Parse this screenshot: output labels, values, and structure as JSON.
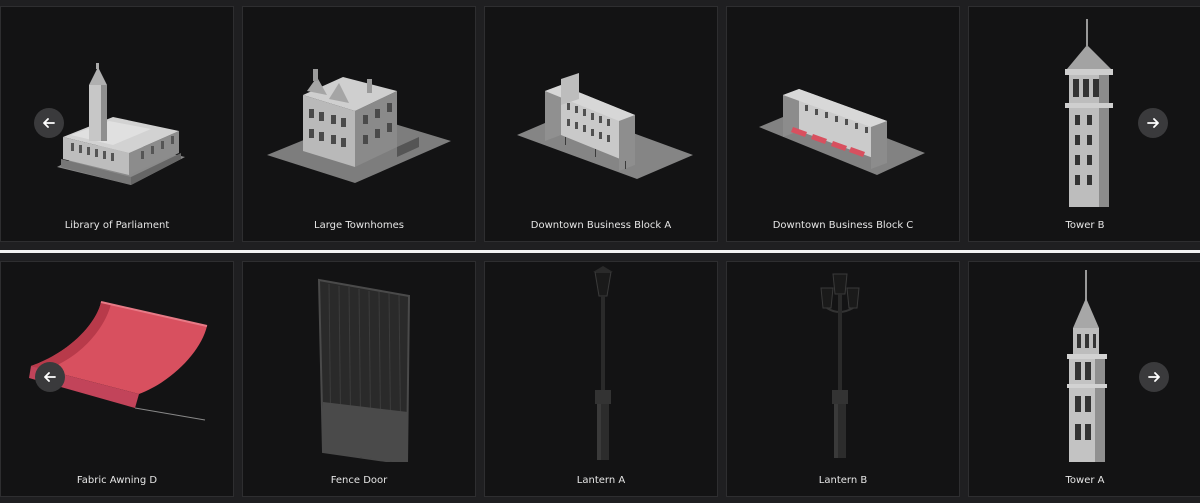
{
  "rows": [
    {
      "items": [
        {
          "label": "Library of Parliament",
          "icon": "parliament-building-icon"
        },
        {
          "label": "Large Townhomes",
          "icon": "townhomes-icon"
        },
        {
          "label": "Downtown Business Block A",
          "icon": "business-block-icon"
        },
        {
          "label": "Downtown Business Block C",
          "icon": "business-block-icon"
        },
        {
          "label": "Tower B",
          "icon": "tower-icon"
        }
      ],
      "prev_icon": "arrow-left-icon",
      "next_icon": "arrow-right-icon"
    },
    {
      "items": [
        {
          "label": "Fabric Awning D",
          "icon": "awning-icon"
        },
        {
          "label": "Fence Door",
          "icon": "fence-door-icon"
        },
        {
          "label": "Lantern A",
          "icon": "lantern-icon"
        },
        {
          "label": "Lantern B",
          "icon": "lantern-icon"
        },
        {
          "label": "Tower A",
          "icon": "tower-icon"
        }
      ],
      "prev_icon": "arrow-left-icon",
      "next_icon": "arrow-right-icon"
    }
  ],
  "colors": {
    "page_bg": "#1f1f21",
    "card_bg": "#131314",
    "divider": "#f2f2f2",
    "nav_button": "#3a3a3c",
    "awning_red": "#d8505f"
  }
}
